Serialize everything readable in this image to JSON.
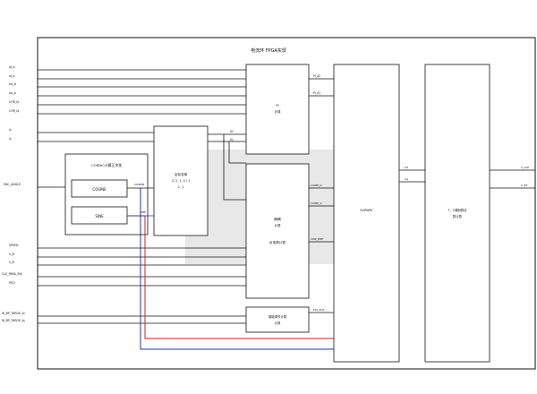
{
  "title": "电流环 FPGA实现",
  "inputs_left": [
    "Id_b",
    "Iq_b",
    "Ud_b",
    "Uq_b",
    "CHR_Id",
    "CHR_Iq",
    "Iy",
    "Iy",
    "ENC_ANGLE",
    "SPEED",
    "S_B",
    "S_B",
    "CLE_PARA_SW",
    "PSO",
    "W_BP_TARGE_Id",
    "W_BP_TARGE_Iq"
  ],
  "blocks": {
    "pi": {
      "line1": "PI",
      "line2": "计算"
    },
    "cordic": {
      "title": "CORDIC计算正余弦"
    },
    "cosine": {
      "label": "COSINE"
    },
    "sine": {
      "label": "SINE"
    },
    "park": {
      "line1": "坐标变换",
      "line2": "3, 2, 1, 0 / 1",
      "line3": "1, 1"
    },
    "decouple": {
      "line1": "解耦",
      "line2": "计算",
      "line3": "反电势计算"
    },
    "svpwm": {
      "label": "SVPWM"
    },
    "fw": {
      "line1": "弱磁调节计算",
      "line2": "计算"
    },
    "final": {
      "line1": "T、F调制算法",
      "line2": "算计算"
    }
  },
  "signals": {
    "pi_id": "PI_ID",
    "pi_iq": "PI_IQ",
    "cosine_out": "COSINE",
    "sine_out": "SINE",
    "id": "ID",
    "iq": "IQ",
    "comp_d": "COMP_D",
    "comp_q": "COMP_Q",
    "cmp_emf": "CMP_EMF",
    "ud": "Ud",
    "uq": "Uq",
    "fw_out": "FW_OUT"
  },
  "outputs_right": [
    "V_ALP",
    "V_BT"
  ],
  "colors": {
    "line": "#111111",
    "red": "#cc2222",
    "blue": "#2233bb",
    "watermark_bg": "#d9d9d9"
  }
}
